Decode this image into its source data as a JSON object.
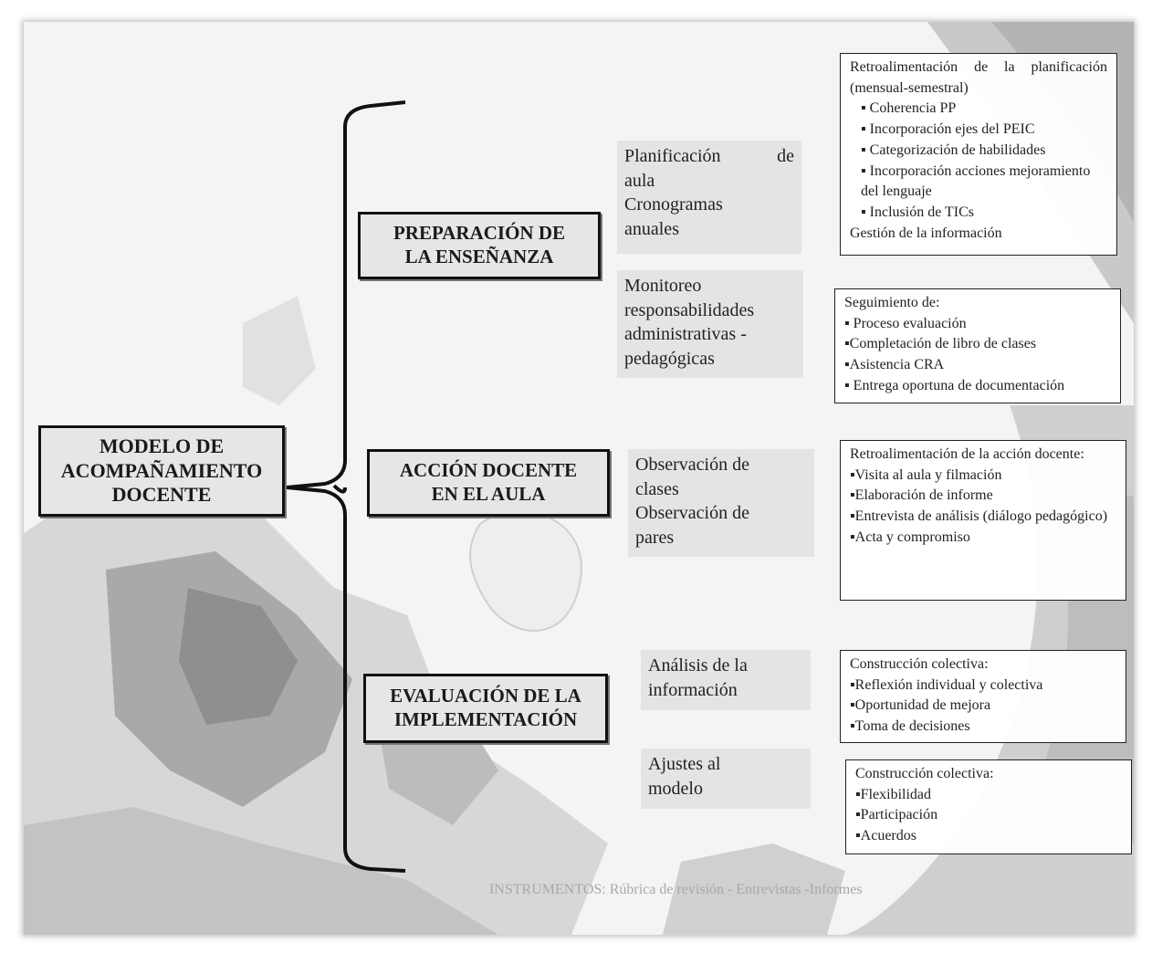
{
  "root": {
    "label": "MODELO DE\nACOMPAÑAMIENTO\nDOCENTE"
  },
  "branches": [
    {
      "label": "PREPARACIÓN DE\nLA ENSEÑANZA"
    },
    {
      "label": "ACCIÓN DOCENTE\nEN EL AULA"
    },
    {
      "label": "EVALUACIÓN DE LA\nIMPLEMENTACIÓN"
    }
  ],
  "activities": [
    {
      "lines": [
        "Planificación de",
        "aula",
        "Cronogramas",
        "anuales"
      ]
    },
    {
      "lines": [
        "Monitoreo",
        "responsabilidades",
        "administrativas -",
        "pedagógicas"
      ]
    },
    {
      "lines": [
        "Observación de",
        "clases",
        "Observación de",
        "pares"
      ]
    },
    {
      "lines": [
        "Análisis de la",
        "información"
      ]
    },
    {
      "lines": [
        "Ajustes al",
        "modelo"
      ]
    }
  ],
  "details": [
    {
      "heading": "Retroalimentación de la planificación (mensual-semestral)",
      "items": [
        "▪ Coherencia PP",
        "▪ Incorporación ejes del PEIC",
        "▪ Categorización de habilidades",
        "▪ Incorporación acciones mejoramiento del lenguaje",
        "▪ Inclusión de TICs"
      ],
      "closing": "Gestión de la información"
    },
    {
      "heading": "Seguimiento de:",
      "items": [
        "▪ Proceso evaluación",
        "▪Completación de libro de clases",
        "▪Asistencia CRA",
        "▪ Entrega oportuna de documentación"
      ]
    },
    {
      "heading": "Retroalimentación de la acción docente:",
      "items": [
        "▪Visita al aula y filmación",
        "▪Elaboración de informe",
        "▪Entrevista de análisis (diálogo pedagógico)",
        "▪Acta y compromiso"
      ]
    },
    {
      "heading": "Construcción colectiva:",
      "items": [
        "▪Reflexión individual y colectiva",
        "▪Oportunidad de mejora",
        "▪Toma de decisiones"
      ]
    },
    {
      "heading": "Construcción colectiva:",
      "items": [
        "▪Flexibilidad",
        "▪Participación",
        "▪Acuerdos"
      ]
    }
  ],
  "footer": "INSTRUMENTOS: Rúbrica de revisión - Entrevistas -Informes"
}
